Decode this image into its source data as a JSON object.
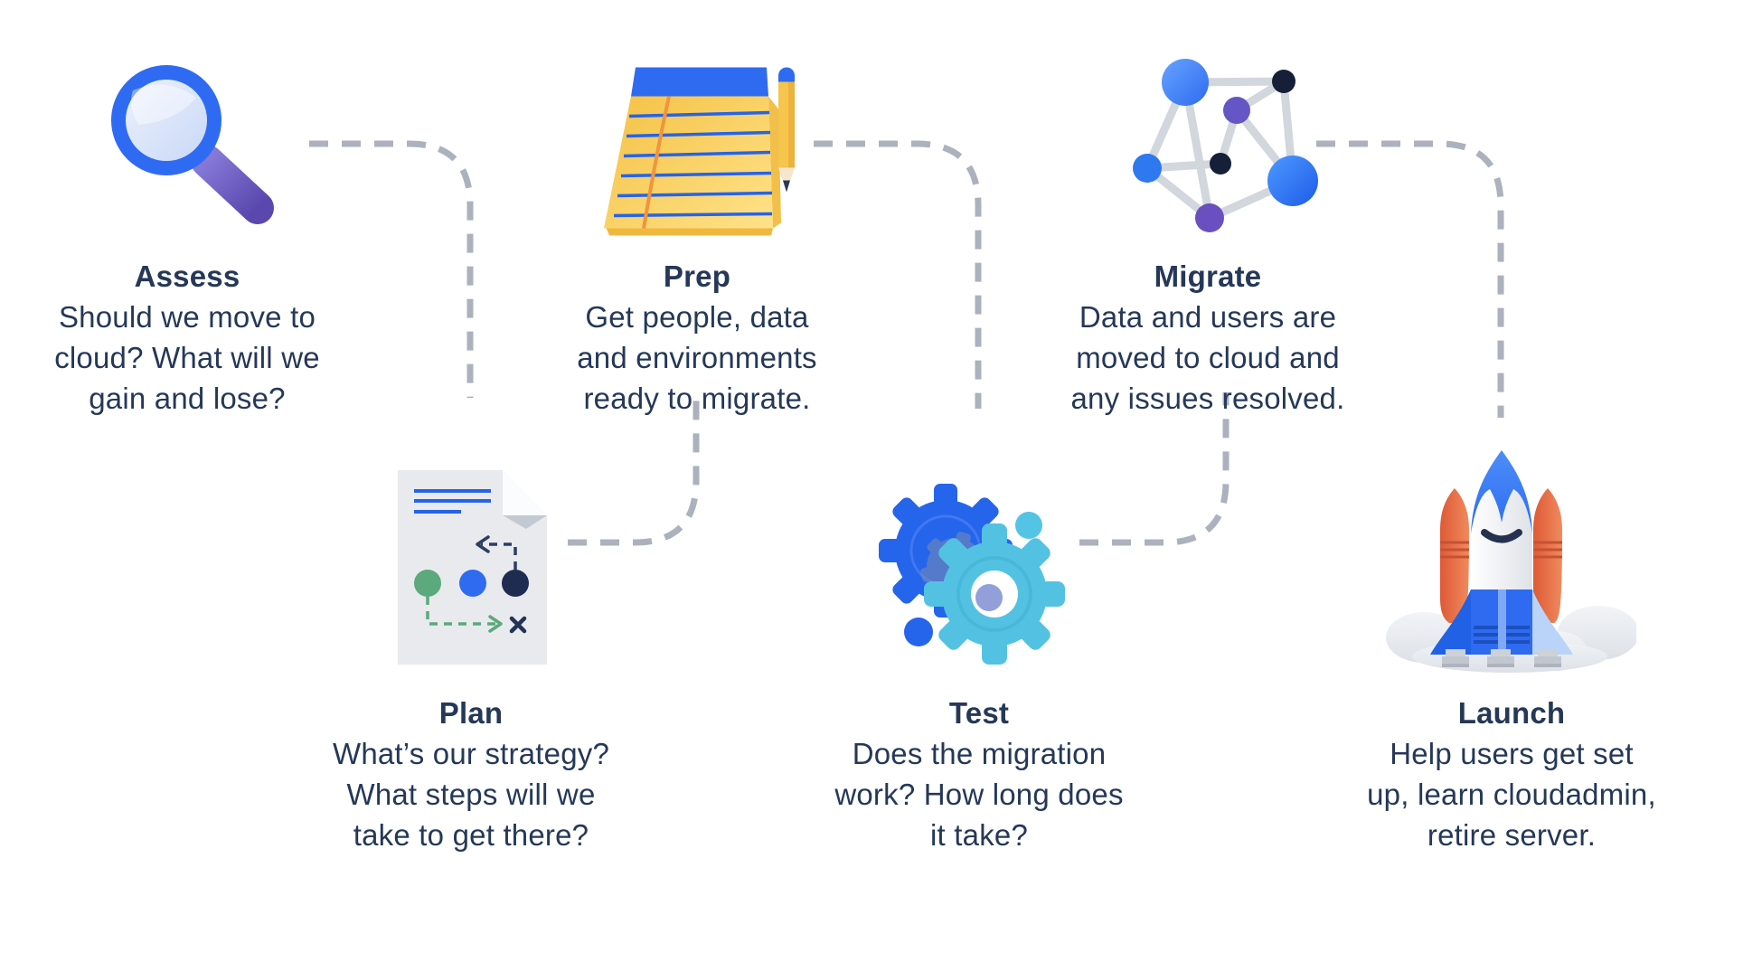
{
  "colors": {
    "text": "#253858",
    "connector_dash": "#ABB2BD",
    "primary_blue": "#2E6BF0",
    "cyan": "#54C4E4",
    "purple": "#6554C0",
    "notepad_yellow": "#F6C94A",
    "booster_orange": "#E8744A",
    "green": "#5BA97C",
    "dark_navy": "#1D2C50",
    "document_gray": "#E9EAEE"
  },
  "steps": [
    {
      "order": 1,
      "row": "top",
      "icon": "magnifier-icon",
      "title": "Assess",
      "lines": [
        "Should we move to",
        "cloud? What will we",
        "gain and lose?"
      ]
    },
    {
      "order": 2,
      "row": "bottom",
      "icon": "strategy-document-icon",
      "title": "Plan",
      "lines": [
        "What’s our strategy?",
        "What steps will we",
        "take to get there?"
      ]
    },
    {
      "order": 3,
      "row": "top",
      "icon": "notepad-icon",
      "title": "Prep",
      "lines": [
        "Get people, data",
        "and environments",
        "ready to migrate."
      ]
    },
    {
      "order": 4,
      "row": "bottom",
      "icon": "gears-icon",
      "title": "Test",
      "lines": [
        "Does the migration",
        "work? How long does",
        "it take?"
      ]
    },
    {
      "order": 5,
      "row": "top",
      "icon": "network-icon",
      "title": "Migrate",
      "lines": [
        "Data and users are",
        "moved to cloud and",
        "any issues resolved."
      ]
    },
    {
      "order": 6,
      "row": "bottom",
      "icon": "rocket-icon",
      "title": "Launch",
      "lines": [
        "Help users get set",
        "up, learn cloudadmin,",
        "retire server."
      ]
    }
  ],
  "connectors": [
    {
      "from": "Assess",
      "to": "Plan"
    },
    {
      "from": "Plan",
      "to": "Prep"
    },
    {
      "from": "Prep",
      "to": "Test"
    },
    {
      "from": "Test",
      "to": "Migrate"
    },
    {
      "from": "Migrate",
      "to": "Launch"
    }
  ]
}
